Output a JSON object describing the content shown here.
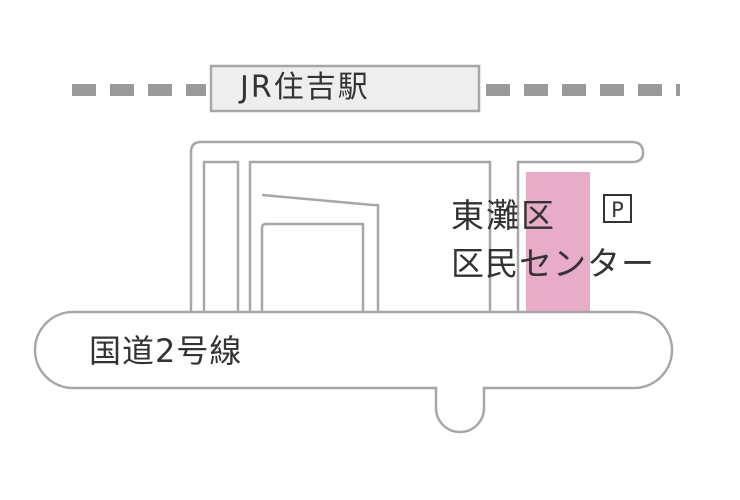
{
  "station": {
    "name": "JR住吉駅"
  },
  "facility": {
    "name_line1": "東灘区",
    "name_line2": "区民センター",
    "parking_symbol": "P"
  },
  "road": {
    "name": "国道2号線"
  },
  "colors": {
    "road_outline": "#a7a7a7",
    "railway": "#9a9a9a",
    "station_fill": "#eeeeee",
    "facility_fill": "#e8acc9",
    "text": "#333333",
    "background": "#ffffff"
  }
}
